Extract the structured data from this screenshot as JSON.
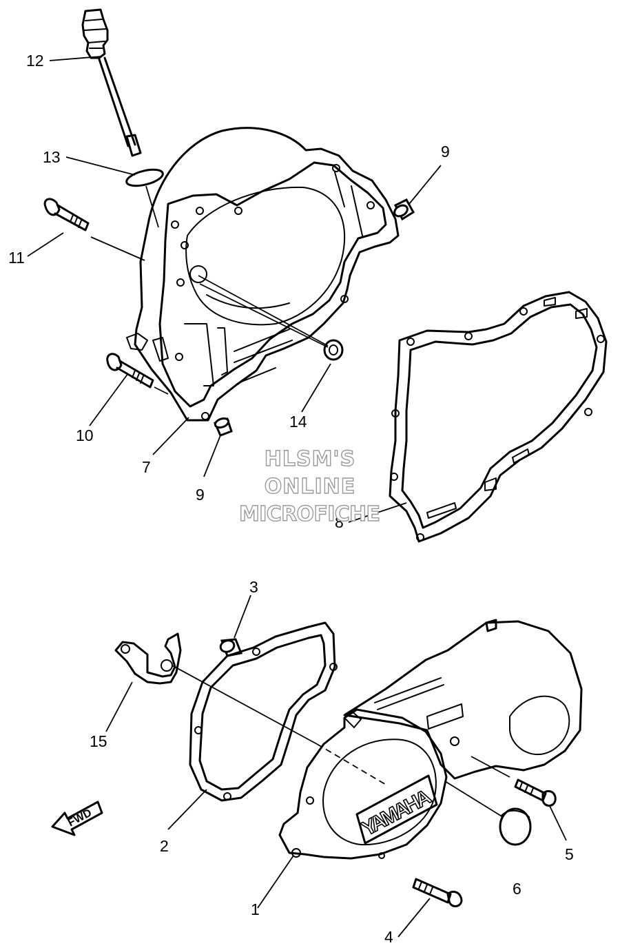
{
  "watermark": {
    "line1": "HLSM'S",
    "line2": "ONLINE",
    "line3": "MICROFICHE"
  },
  "cover_logo": "YAMAHA",
  "direction_arrow": "FWD",
  "callouts": {
    "c1": "1",
    "c2": "2",
    "c3": "3",
    "c4": "4",
    "c5": "5",
    "c6": "6",
    "c7": "7",
    "c8": "8",
    "c9a": "9",
    "c9b": "9",
    "c10": "10",
    "c11": "11",
    "c12": "12",
    "c13": "13",
    "c14": "14",
    "c15": "15"
  }
}
